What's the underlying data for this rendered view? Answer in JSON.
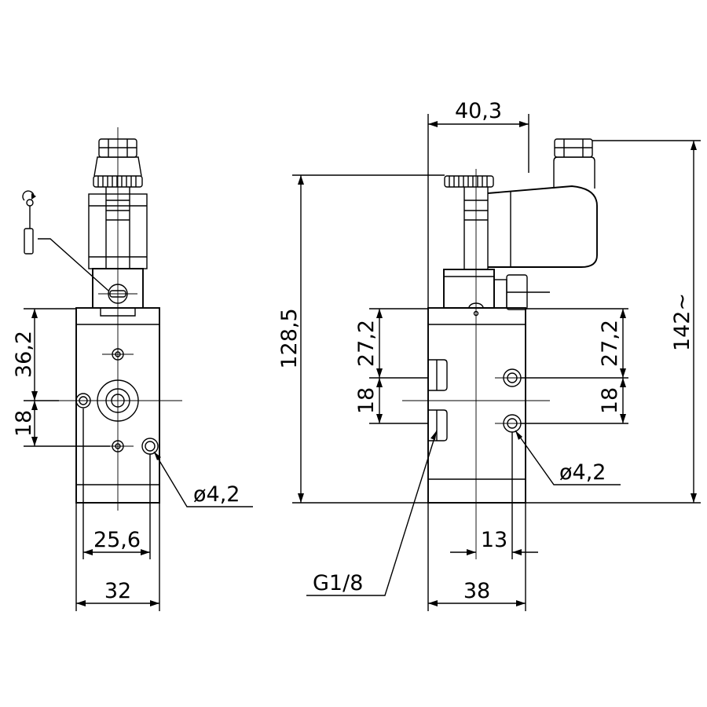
{
  "dimensions": {
    "left_view": {
      "height_36_2": "36,2",
      "height_18": "18",
      "hole_diameter": "ø4,2",
      "width_25_6": "25,6",
      "width_32": "32"
    },
    "right_view": {
      "width_40_3": "40,3",
      "height_128_5": "128,5",
      "height_142": "142~",
      "left_27_2": "27,2",
      "left_18": "18",
      "right_27_2": "27,2",
      "right_18": "18",
      "hole_diameter": "ø4,2",
      "offset_13": "13",
      "thread": "G1/8",
      "width_38": "38"
    }
  }
}
